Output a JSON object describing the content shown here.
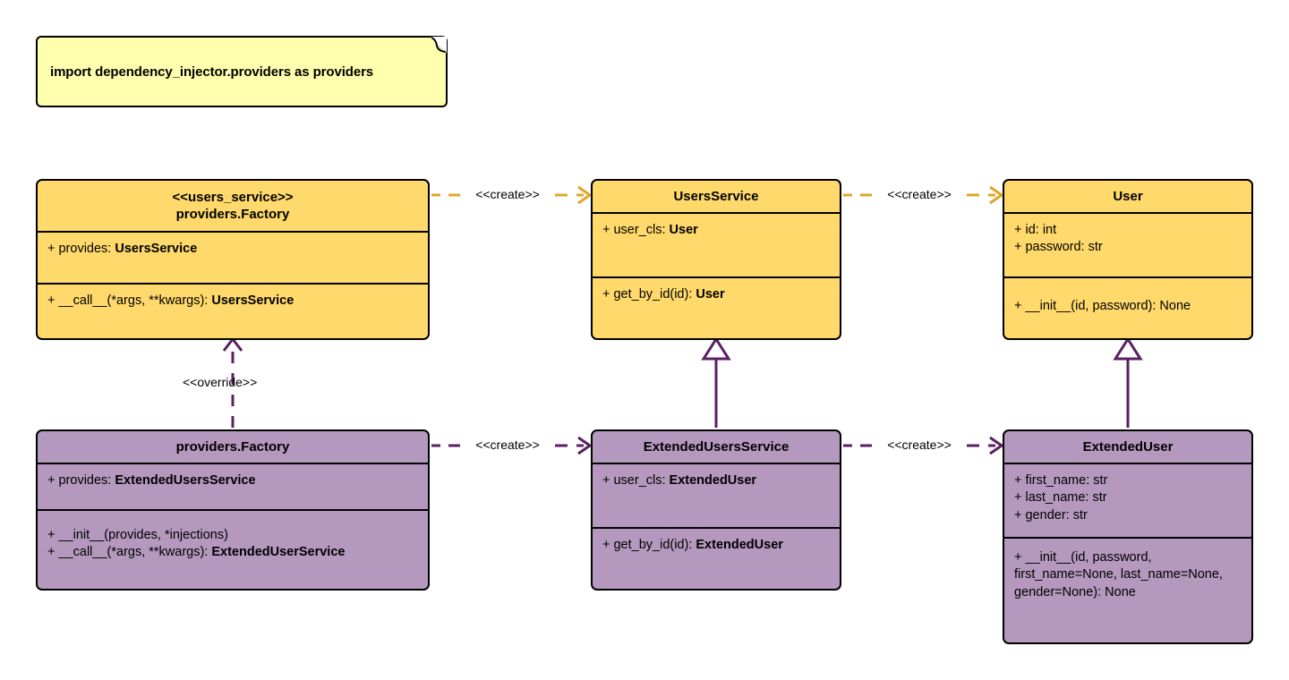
{
  "diagram": {
    "type": "uml-class-diagram",
    "title": "dependency_injector providers factory override diagram",
    "colors": {
      "gold_fill": "#ffd96b",
      "purple_fill": "#b498bd",
      "note_fill": "#ffffad",
      "gold_edge": "#e0a526",
      "purple_edge": "#5b1f63",
      "outline": "#000000",
      "background": "#ffffff"
    }
  },
  "note": {
    "text": "import dependency_injector.providers as providers"
  },
  "classes": {
    "users_service_factory": {
      "stereotype": "<<users_service>>",
      "name": "providers.Factory",
      "color": "gold",
      "attributes": [
        {
          "visibility": "+",
          "text": "+ provides: ",
          "bold": "UsersService"
        }
      ],
      "methods": [
        {
          "visibility": "+",
          "text": "+ __call__(*args, **kwargs): ",
          "bold": "UsersService"
        }
      ]
    },
    "users_service": {
      "stereotype": "",
      "name": "UsersService",
      "color": "gold",
      "attributes": [
        {
          "visibility": "+",
          "text": "+ user_cls: ",
          "bold": "User"
        }
      ],
      "methods": [
        {
          "visibility": "+",
          "text": "+ get_by_id(id): ",
          "bold": "User"
        }
      ]
    },
    "user": {
      "stereotype": "",
      "name": "User",
      "color": "gold",
      "attributes": [
        {
          "visibility": "+",
          "text": "+ id: int",
          "bold": ""
        },
        {
          "visibility": "+",
          "text": "+ password: str",
          "bold": ""
        }
      ],
      "methods": [
        {
          "visibility": "+",
          "text": "+ __init__(id, password): None",
          "bold": ""
        }
      ]
    },
    "extended_factory": {
      "stereotype": "",
      "name": "providers.Factory",
      "color": "purple",
      "attributes": [
        {
          "visibility": "+",
          "text": "+ provides: ",
          "bold": "ExtendedUsersService"
        }
      ],
      "methods": [
        {
          "visibility": "+",
          "text": "+ __init__(provides, *injections)",
          "bold": ""
        },
        {
          "visibility": "+",
          "text": "+ __call__(*args, **kwargs): ",
          "bold": "ExtendedUserService"
        }
      ]
    },
    "extended_users_service": {
      "stereotype": "",
      "name": "ExtendedUsersService",
      "color": "purple",
      "attributes": [
        {
          "visibility": "+",
          "text": "+ user_cls: ",
          "bold": "ExtendedUser"
        }
      ],
      "methods": [
        {
          "visibility": "+",
          "text": "+ get_by_id(id): ",
          "bold": "ExtendedUser"
        }
      ]
    },
    "extended_user": {
      "stereotype": "",
      "name": "ExtendedUser",
      "color": "purple",
      "attributes": [
        {
          "visibility": "+",
          "text": "+ first_name: str",
          "bold": ""
        },
        {
          "visibility": "+",
          "text": "+ last_name: str",
          "bold": ""
        },
        {
          "visibility": "+",
          "text": "+ gender: str",
          "bold": ""
        }
      ],
      "methods": [
        {
          "visibility": "+",
          "text": "+ __init__(id, password, first_name=None, last_name=None, gender=None): None",
          "bold": ""
        }
      ]
    }
  },
  "connectors": {
    "create_top_left": {
      "label": "<<create>>",
      "style": "dashed",
      "arrow": "open",
      "color": "#e0a526"
    },
    "create_top_right": {
      "label": "<<create>>",
      "style": "dashed",
      "arrow": "open",
      "color": "#e0a526"
    },
    "create_bottom_left": {
      "label": "<<create>>",
      "style": "dashed",
      "arrow": "open",
      "color": "#5b1f63"
    },
    "create_bottom_right": {
      "label": "<<create>>",
      "style": "dashed",
      "arrow": "open",
      "color": "#5b1f63"
    },
    "override": {
      "label": "<<override>>",
      "style": "dashed",
      "arrow": "open",
      "color": "#5b1f63"
    },
    "inherit_service": {
      "label": "",
      "style": "solid",
      "arrow": "hollow-triangle",
      "color": "#5b1f63"
    },
    "inherit_user": {
      "label": "",
      "style": "solid",
      "arrow": "hollow-triangle",
      "color": "#5b1f63"
    }
  }
}
